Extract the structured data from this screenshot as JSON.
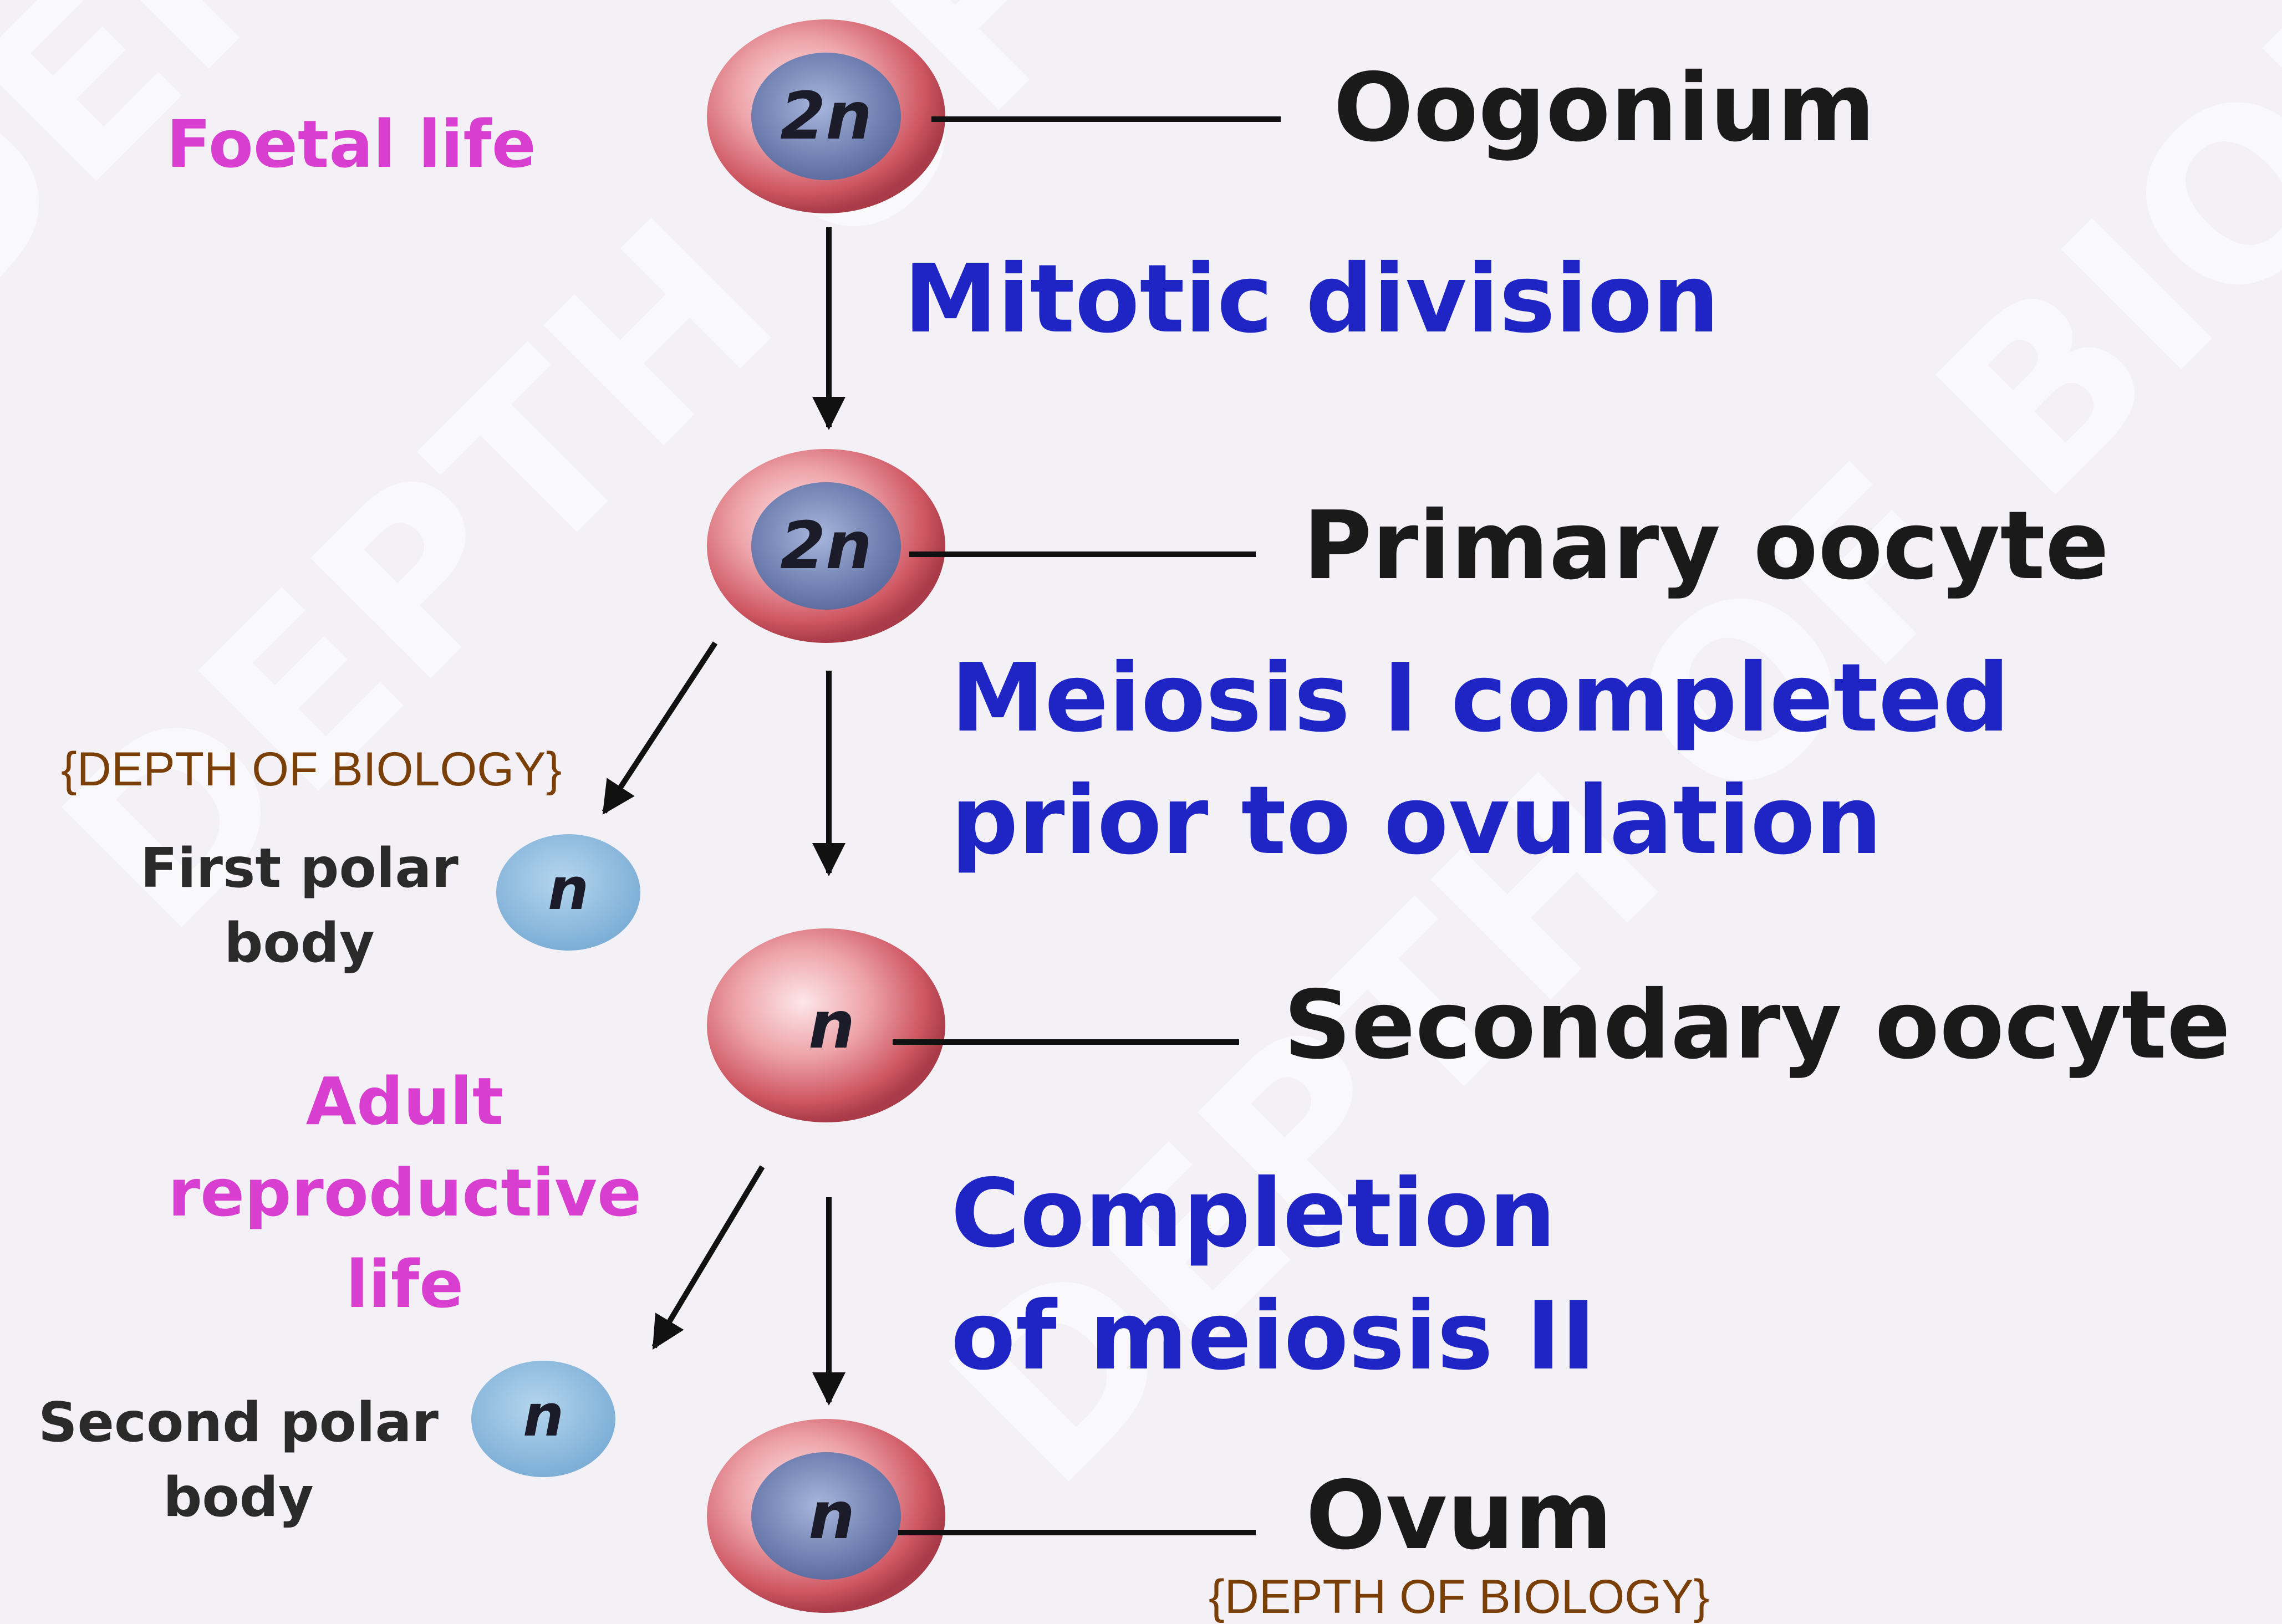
{
  "watermark": {
    "text": "DEPTH OF BIOLOGY"
  },
  "cells": {
    "oogonium": {
      "ploidy": "2n",
      "label": "Oogonium"
    },
    "primary_oocyte": {
      "ploidy": "2n",
      "label": "Primary oocyte"
    },
    "secondary_oocyte": {
      "ploidy": "n",
      "label": "Secondary oocyte"
    },
    "ovum": {
      "ploidy": "n",
      "label": "Ovum"
    }
  },
  "polar_bodies": {
    "first": {
      "ploidy": "n",
      "label_line1": "First polar",
      "label_line2": "body"
    },
    "second": {
      "ploidy": "n",
      "label_line1": "Second polar",
      "label_line2": "body"
    }
  },
  "processes": {
    "mitotic": "Mitotic division",
    "meiosis1_line1": "Meiosis I completed",
    "meiosis1_line2": "prior to ovulation",
    "meiosis2_line1": "Completion",
    "meiosis2_line2": "of meiosis II"
  },
  "life_stages": {
    "foetal": "Foetal life",
    "adult_line1": "Adult",
    "adult_line2": "reproductive",
    "adult_line3": "life"
  },
  "credits": {
    "top": "{DEPTH OF BIOLOGY}",
    "bottom": "{DEPTH OF BIOLOGY}"
  },
  "colors": {
    "cell_membrane": "#c94a5a",
    "nucleus": "#5e6da3",
    "polar_body": "#7fb0d8",
    "process_text": "#1f25c4",
    "life_text": "#d83fd0",
    "credit_text": "#7a3e07"
  }
}
